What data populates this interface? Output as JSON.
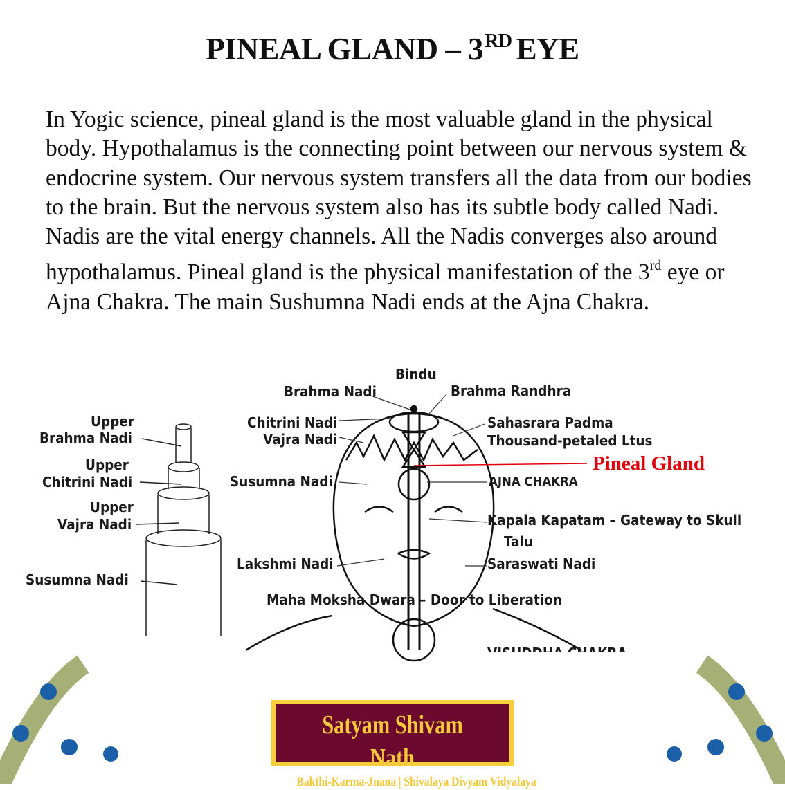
{
  "title": {
    "main": "PINEAL GLAND – 3",
    "sup": "RD",
    "end": "EYE"
  },
  "paragraph": {
    "part1": "In Yogic science, pineal gland is the most valuable gland in the physical body. Hypothalamus is the connecting point between our nervous system & endocrine system. Our nervous system transfers all the data from our bodies to the brain. But the nervous system also has its subtle body called Nadi. Nadis are the vital energy channels. All the Nadis converges also around hypothalamus. Pineal gland is the physical manifestation of the 3",
    "sup": "rd",
    "part2": " eye or Ajna Chakra. The main Sushumna Nadi ends at the Ajna Chakra."
  },
  "tube_labels": {
    "upper1": "Upper",
    "brahma": "Brahma Nadi",
    "upper2": "Upper",
    "chitrini": "Chitrini Nadi",
    "upper3": "Upper",
    "vajra": "Vajra Nadi",
    "susumna": "Susumna Nadi"
  },
  "head_labels": {
    "bindu": "Bindu",
    "brahma_nadi": "Brahma Nadi",
    "brahma_randhra": "Brahma Randhra",
    "chitrini": "Chitrini Nadi",
    "vajra": "Vajra Nadi",
    "sahasrara": "Sahasrara Padma",
    "thousand": "Thousand-petaled Ltus",
    "pineal": "Pineal Gland",
    "susumna": "Susumna Nadi",
    "ajna": "AJNA CHAKRA",
    "kapala": "Kapala Kapatam – Gateway to Skull",
    "talu": "Talu",
    "lakshmi": "Lakshmi Nadi",
    "saraswati": "Saraswati Nadi",
    "maha": "Maha Moksha Dwara – Door to Liberation",
    "visuddha": "VISUDDHA CHAKRA"
  },
  "logo": {
    "name": "Satyam Shivam Nath",
    "tagline": "Bakthi-Karma-Jnana | Shivalaya Divyam Vidyalaya"
  },
  "colors": {
    "accent": "#e3000b",
    "logo_bg": "#6b0a2e",
    "logo_gold": "#f7cf3c"
  }
}
